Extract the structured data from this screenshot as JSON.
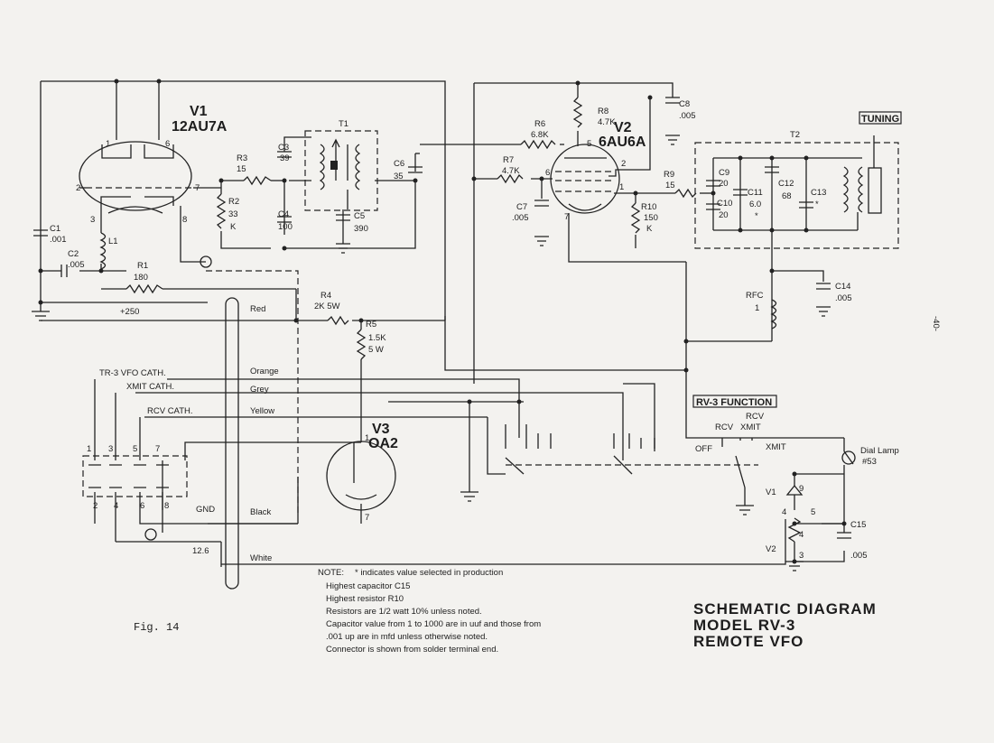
{
  "page": {
    "figure_label": "Fig. 14",
    "page_number": "-40-",
    "title_lines": [
      "SCHEMATIC DIAGRAM",
      "MODEL RV-3",
      "REMOTE VFO"
    ]
  },
  "tubes": {
    "v1": {
      "ref": "V1",
      "type": "12AU7A"
    },
    "v2": {
      "ref": "V2",
      "type": "6AU6A"
    },
    "v3": {
      "ref": "V3",
      "type": "OA2"
    }
  },
  "components": {
    "c1": [
      "C1",
      ".001"
    ],
    "c2": [
      "C2",
      ".005"
    ],
    "l1": "L1",
    "r1": [
      "R1",
      "180"
    ],
    "r2": [
      "R2",
      "33",
      "K"
    ],
    "r3": [
      "R3",
      "15"
    ],
    "c3": [
      "C3",
      "39"
    ],
    "c4": [
      "C4",
      "100"
    ],
    "t1": "T1",
    "c5": [
      "C5",
      "390"
    ],
    "c6": [
      "C6",
      "35"
    ],
    "r4": [
      "R4",
      "2K 5W"
    ],
    "r5": [
      "R5",
      "1.5K",
      "5 W"
    ],
    "r6": [
      "R6",
      "6.8K"
    ],
    "r7": [
      "R7",
      "4.7K"
    ],
    "c7": [
      "C7",
      ".005"
    ],
    "r8": [
      "R8",
      "4.7K"
    ],
    "c8": [
      "C8",
      ".005"
    ],
    "r9": [
      "R9",
      "15"
    ],
    "r10": [
      "R10",
      "150",
      "K"
    ],
    "t2": "T2",
    "c9": [
      "C9",
      "20"
    ],
    "c10": [
      "C10",
      "20"
    ],
    "c11": [
      "C11",
      "6.0",
      "*"
    ],
    "c12": [
      "C12",
      "68"
    ],
    "c13": [
      "C13",
      "*"
    ],
    "c14": [
      "C14",
      ".005"
    ],
    "rfc": [
      "RFC",
      "1"
    ],
    "c15": [
      "C15",
      ".005"
    ]
  },
  "pins": {
    "v1": [
      "1",
      "6",
      "2",
      "7",
      "3",
      "8"
    ],
    "v2": [
      "5",
      "2",
      "6",
      "1",
      "7"
    ],
    "v3": [
      "1",
      "7"
    ],
    "conn_top": [
      "1",
      "3",
      "5",
      "7"
    ],
    "conn_bottom": [
      "2",
      "4",
      "6",
      "8"
    ],
    "heater": [
      "9",
      "4",
      "5",
      "4",
      "3"
    ]
  },
  "cable": {
    "plus250": "+250",
    "tr3": "TR-3 VFO CATH.",
    "xmit": "XMIT CATH.",
    "rcv": "RCV CATH.",
    "gnd": "GND",
    "v126": "12.6",
    "colors": [
      "Red",
      "Orange",
      "Grey",
      "Yellow",
      "Black",
      "White"
    ]
  },
  "function_switch": {
    "title": "RV-3 FUNCTION",
    "rcv_top": "RCV",
    "xmit_top": "XMIT",
    "rcv": "RCV",
    "off": "OFF",
    "xmit": "XMIT"
  },
  "tuning": "TUNING",
  "dial_lamp": [
    "Dial Lamp",
    "#53"
  ],
  "heaters": [
    "V1",
    "V2"
  ],
  "notes": {
    "heading": "NOTE:",
    "lines": [
      "*  indicates value selected in production",
      "Highest capacitor C15",
      "Highest resistor R10",
      "Resistors are 1/2 watt 10% unless noted.",
      "Capacitor value from 1 to 1000 are in uuf and those from",
      ".001 up are in mfd unless otherwise noted.",
      "Connector is shown from solder terminal end."
    ]
  }
}
